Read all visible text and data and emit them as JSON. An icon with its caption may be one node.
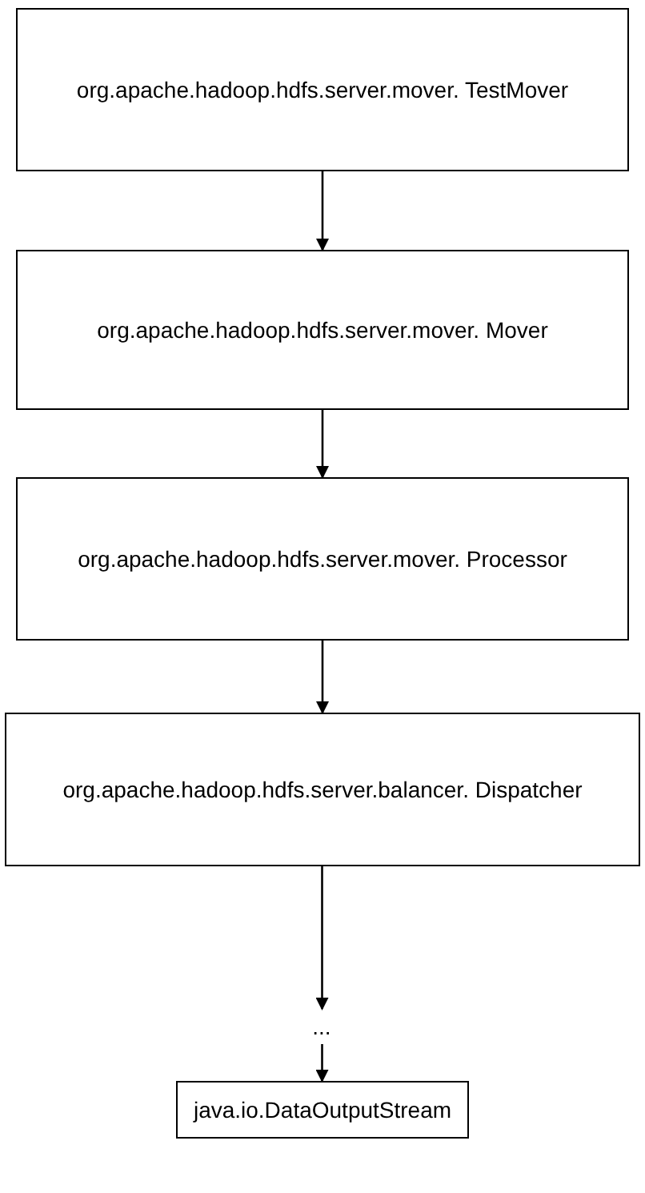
{
  "diagram": {
    "nodes": [
      {
        "text": [
          "org.apache.hadoop.hdfs.server.mover. TestMover"
        ]
      },
      {
        "text": [
          "org.apache.hadoop.hdfs.server.mover. Mover"
        ]
      },
      {
        "text": [
          "org.apache.hadoop.hdfs.server.mover. Processor"
        ]
      },
      {
        "text": [
          "org.apache.hadoop.hdfs.server.balancer. Dispatcher"
        ]
      },
      {
        "text": [
          "..."
        ]
      },
      {
        "text": [
          "java.io.DataOutputStream"
        ]
      }
    ],
    "edges": [
      {
        "from": 0,
        "to": 1,
        "arrow": "to"
      },
      {
        "from": 1,
        "to": 2,
        "arrow": "to"
      },
      {
        "from": 2,
        "to": 3,
        "arrow": "to"
      },
      {
        "from": 3,
        "to": 4,
        "arrow": "to"
      },
      {
        "from": 4,
        "to": 5,
        "arrow": "to"
      }
    ]
  }
}
